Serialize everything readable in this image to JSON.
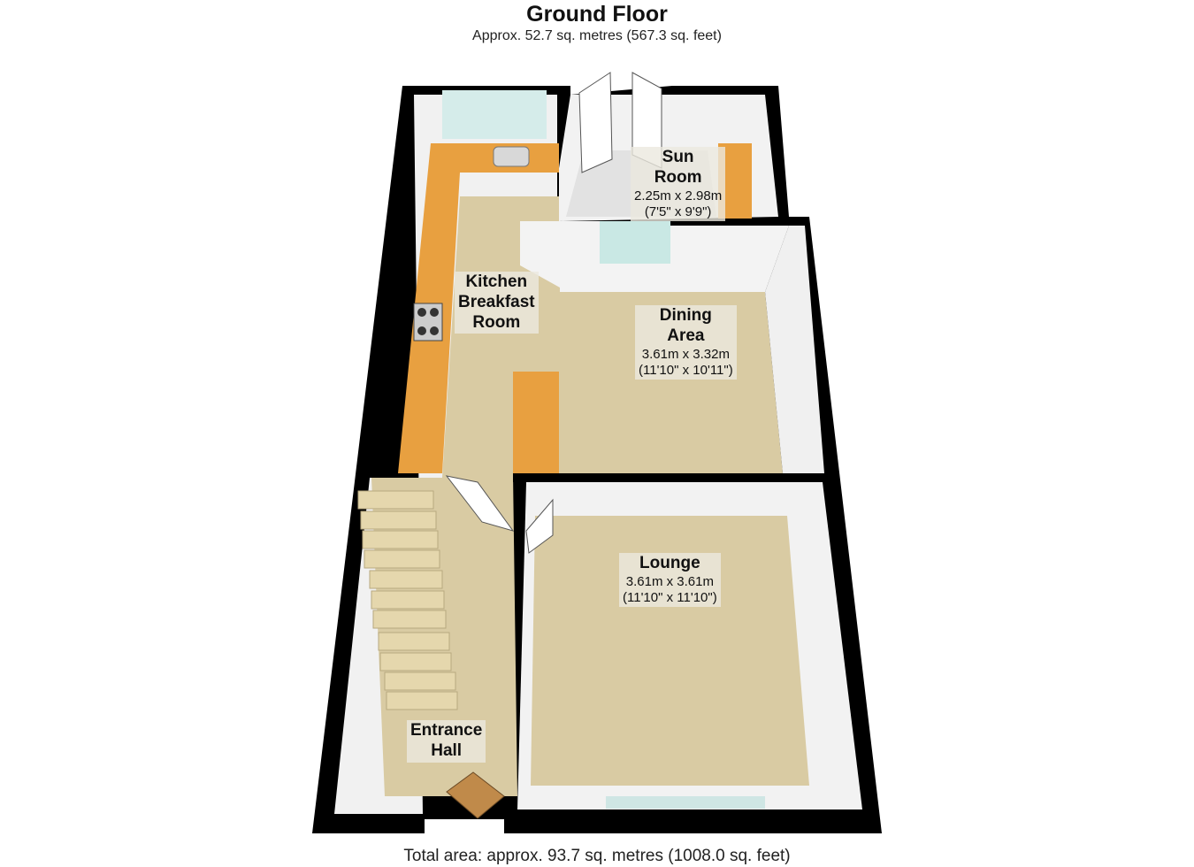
{
  "header": {
    "title": "Ground Floor",
    "subtitle": "Approx.  52.7 sq. metres (567.3 sq. feet)"
  },
  "footer": {
    "total": "Total area: approx.  93.7 sq. metres (1008.0 sq. feet)"
  },
  "rooms": [
    {
      "name_line1": "Sun",
      "name_line2": "Room",
      "metric": "2.25m x 2.98m",
      "imperial": "(7'5\" x 9'9\")"
    },
    {
      "name_line1": "Kitchen",
      "name_line2": "Breakfast",
      "name_line3": "Room"
    },
    {
      "name_line1": "Dining",
      "name_line2": "Area",
      "metric": "3.61m x 3.32m",
      "imperial": "(11'10\" x 10'11\")"
    },
    {
      "name_line1": "Lounge",
      "metric": "3.61m x 3.61m",
      "imperial": "(11'10\" x 11'10\")"
    },
    {
      "name_line1": "Entrance",
      "name_line2": "Hall"
    }
  ],
  "colors": {
    "wall": "#000000",
    "floor": "#d9cba3",
    "worktop": "#e8a040",
    "tile": "#c9e8e4"
  }
}
